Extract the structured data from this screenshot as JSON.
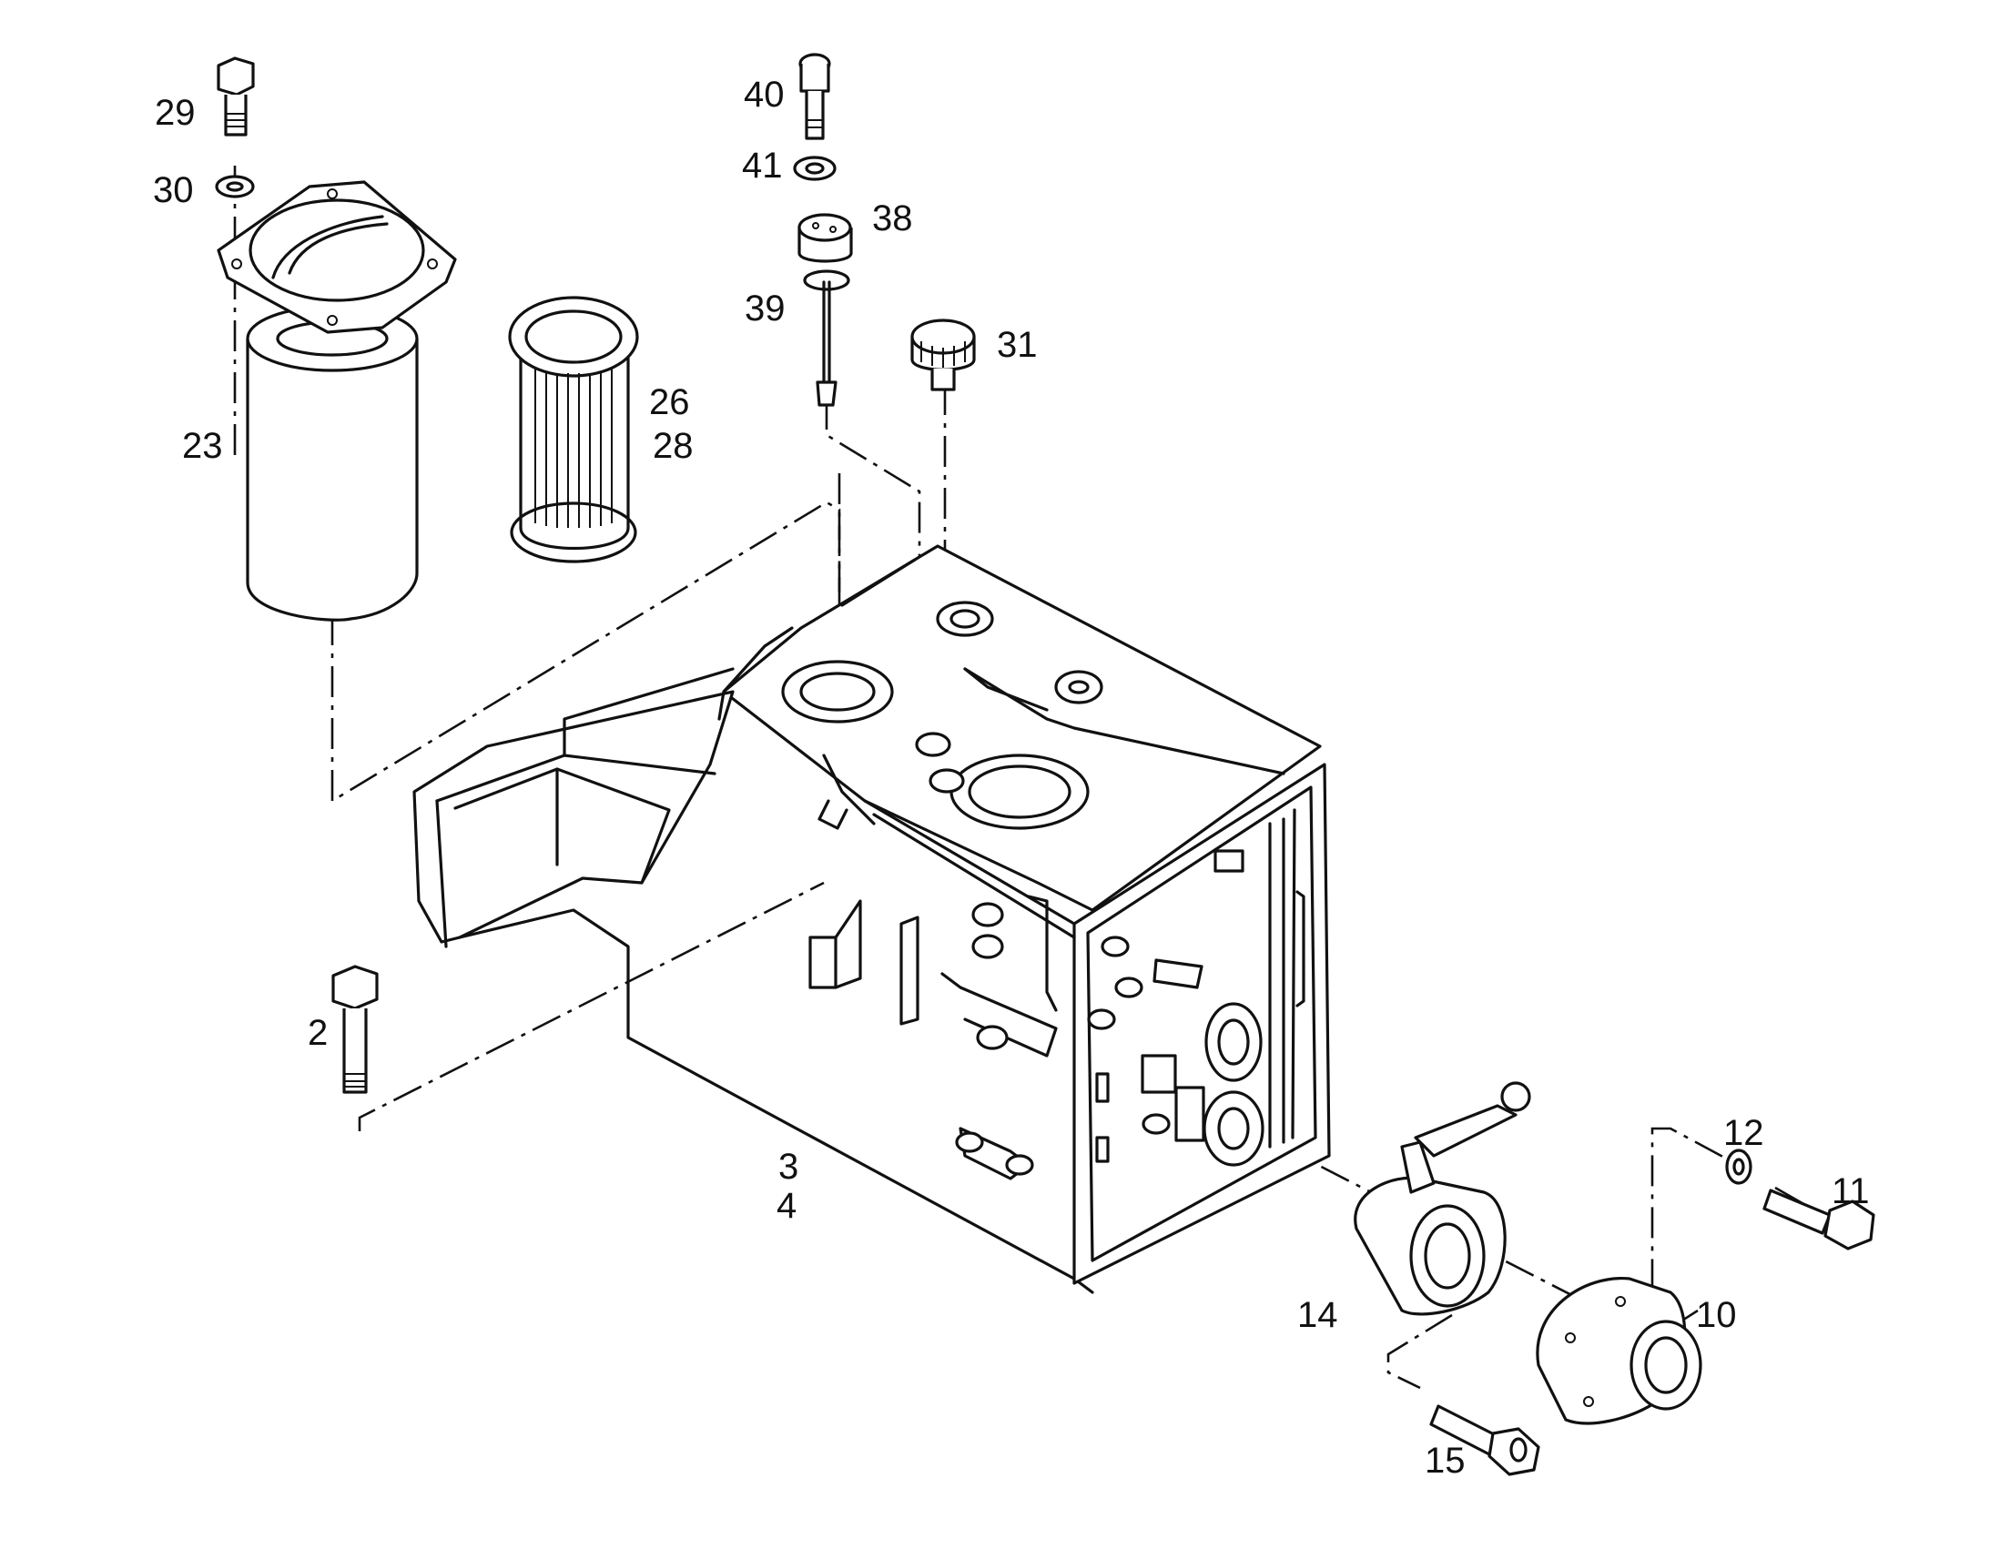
{
  "diagram": {
    "callouts": [
      "29",
      "30",
      "40",
      "41",
      "38",
      "39",
      "31",
      "23",
      "26",
      "28",
      "2",
      "3",
      "4",
      "12",
      "11",
      "14",
      "10",
      "15"
    ]
  }
}
